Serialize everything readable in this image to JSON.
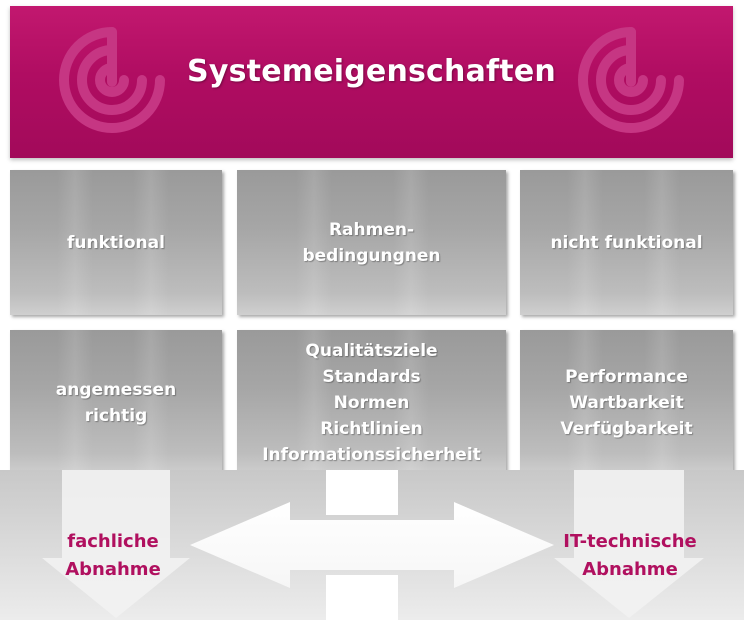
{
  "header": {
    "title": "Systemeigenschaften"
  },
  "row1": [
    {
      "lines": [
        "funktional"
      ]
    },
    {
      "lines": [
        "Rahmen-",
        "bedingungnen"
      ]
    },
    {
      "lines": [
        "nicht funktional"
      ]
    }
  ],
  "row2": [
    {
      "lines": [
        "angemessen",
        "richtig"
      ]
    },
    {
      "lines": [
        "Qualitätsziele",
        "Standards",
        "Normen",
        "Richtlinien",
        "Informationssicherheit"
      ]
    },
    {
      "lines": [
        "Performance",
        "Wartbarkeit",
        "Verfügbarkeit"
      ]
    }
  ],
  "left_label": {
    "lines": [
      "fachliche",
      "Abnahme"
    ]
  },
  "right_label": {
    "lines": [
      "IT-technische",
      "Abnahme"
    ]
  },
  "colors": {
    "brand_magenta": "#b00d62",
    "box_gray": "#a6a6a6",
    "label_magenta": "#b0105f"
  },
  "icons": {
    "logo": "concentric-arcs-logo-icon",
    "arrows": "double-headed-arrow-icon"
  }
}
